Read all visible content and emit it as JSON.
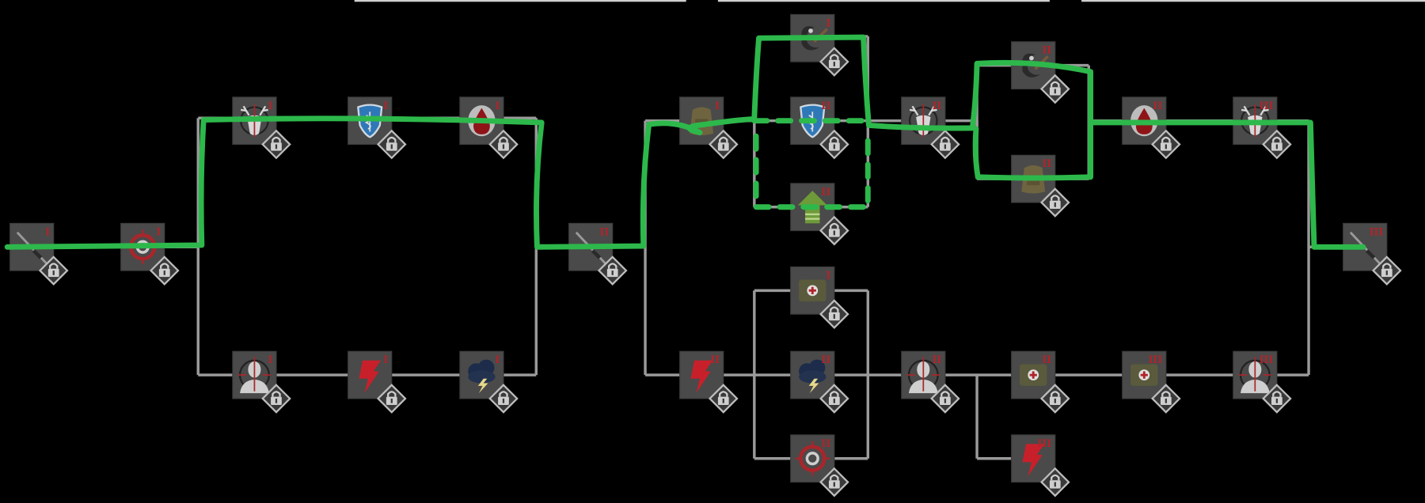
{
  "skill_tree": {
    "nodes": [
      {
        "icon": "sniper-rifle",
        "tier": "I",
        "locked": true
      },
      {
        "icon": "target",
        "tier": "I",
        "locked": true
      },
      {
        "icon": "deer-crosshair",
        "tier": "I",
        "locked": true
      },
      {
        "icon": "medic-shield",
        "tier": "I",
        "locked": true
      },
      {
        "icon": "blood-drop",
        "tier": "I",
        "locked": true
      },
      {
        "icon": "head-crosshair",
        "tier": "I",
        "locked": true
      },
      {
        "icon": "lightning-bolt",
        "tier": "I",
        "locked": true
      },
      {
        "icon": "storm-cloud",
        "tier": "I",
        "locked": true
      },
      {
        "icon": "sniper-rifle",
        "tier": "II",
        "locked": true
      },
      {
        "icon": "backpack",
        "tier": "I",
        "locked": true
      },
      {
        "icon": "knife",
        "tier": "I",
        "locked": true
      },
      {
        "icon": "medic-shield",
        "tier": "II",
        "locked": true
      },
      {
        "icon": "rank-arrow",
        "tier": "II",
        "locked": true
      },
      {
        "icon": "lightning-bolt",
        "tier": "II",
        "locked": true
      },
      {
        "icon": "medkit",
        "tier": "I",
        "locked": true
      },
      {
        "icon": "storm-cloud",
        "tier": "II",
        "locked": true
      },
      {
        "icon": "target",
        "tier": "II",
        "locked": true
      },
      {
        "icon": "deer-crosshair",
        "tier": "II",
        "locked": true
      },
      {
        "icon": "knife",
        "tier": "II",
        "locked": true
      },
      {
        "icon": "backpack",
        "tier": "II",
        "locked": true
      },
      {
        "icon": "blood-drop",
        "tier": "II",
        "locked": true
      },
      {
        "icon": "deer-crosshair",
        "tier": "III",
        "locked": true
      },
      {
        "icon": "sniper-rifle",
        "tier": "III",
        "locked": true
      },
      {
        "icon": "head-crosshair",
        "tier": "II",
        "locked": true
      },
      {
        "icon": "medkit",
        "tier": "II",
        "locked": true
      },
      {
        "icon": "medkit",
        "tier": "III",
        "locked": true
      },
      {
        "icon": "head-crosshair",
        "tier": "III",
        "locked": true
      },
      {
        "icon": "lightning-bolt",
        "tier": "III",
        "locked": true
      }
    ],
    "lock_icon": "padlock-icon"
  },
  "colors": {
    "background": "#000000",
    "node": "#4a4a4a",
    "connector": "#9a9a9a",
    "tier_numeral": "#b0242a",
    "drawn_route": "#2db84b"
  }
}
